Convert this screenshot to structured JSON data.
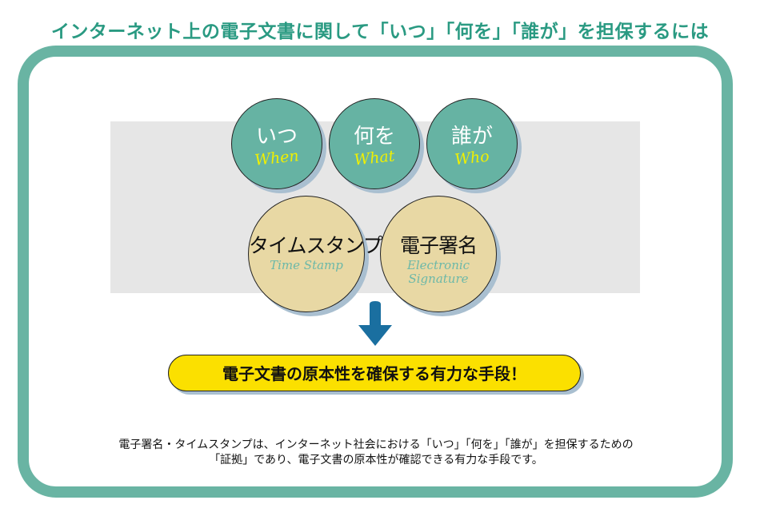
{
  "title": "インターネット上の電子文書に関して「いつ」「何を」「誰が」を担保するには",
  "questions": [
    {
      "jp": "いつ",
      "en": "When"
    },
    {
      "jp": "何を",
      "en": "What"
    },
    {
      "jp": "誰が",
      "en": "Who"
    }
  ],
  "methods": [
    {
      "jp": "タイムスタンプ",
      "en1": "Time Stamp",
      "en2": ""
    },
    {
      "jp": "電子署名",
      "en1": "Electronic",
      "en2": "Signature"
    }
  ],
  "result": "電子文書の原本性を確保する有力な手段！",
  "description": {
    "line1": "電子署名・タイムスタンプは、インターネット社会における「いつ」「何を」「誰が」を担保するための",
    "line2": "「証拠」であり、電子文書の原本性が確認できる有力な手段です。"
  },
  "colors": {
    "teal": "#66b3a3",
    "tan": "#e8d8a4",
    "yellow": "#fbe000",
    "arrow": "#1a6fa0"
  }
}
